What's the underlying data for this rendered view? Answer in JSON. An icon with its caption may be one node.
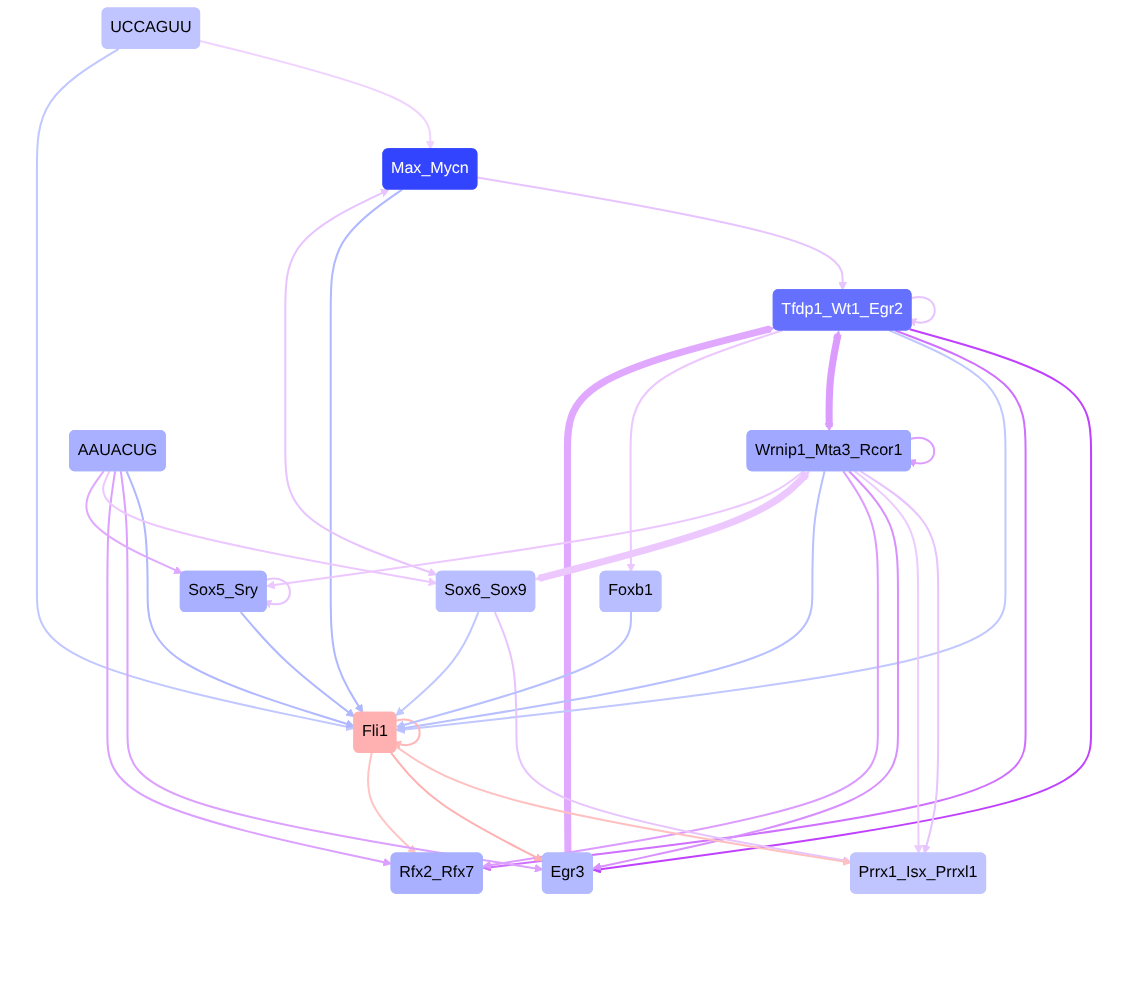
{
  "diagram": {
    "nodes": [
      {
        "text": [
          "Max_Mycn"
        ]
      },
      {
        "text": [
          "Prrx1_Isx_Prrxl1"
        ]
      },
      {
        "text": [
          "Egr3"
        ]
      },
      {
        "text": [
          "Tfdp1_Wt1_Egr2"
        ]
      },
      {
        "text": [
          "Rfx2_Rfx7"
        ]
      },
      {
        "text": [
          "Wrnip1_Mta3_Rcor1"
        ]
      },
      {
        "text": [
          "Fli1"
        ]
      },
      {
        "text": [
          "UCCAGUU"
        ]
      },
      {
        "text": [
          "Sox6_Sox9"
        ]
      },
      {
        "text": [
          "AAUACUG"
        ]
      },
      {
        "text": [
          "Foxb1"
        ]
      },
      {
        "text": [
          "Sox5_Sry"
        ]
      }
    ],
    "edges": [
      {
        "from": 0,
        "to": 3,
        "arrow": "to",
        "color": "#e8c4ff"
      },
      {
        "from": 0,
        "to": 6,
        "arrow": "to",
        "color": "#b0b8ff"
      },
      {
        "from": 8,
        "to": 0,
        "arrow": "both",
        "color": "#e8c4ff"
      },
      {
        "from": 7,
        "to": 0,
        "arrow": "to",
        "color": "#f0d4ff"
      },
      {
        "from": 3,
        "to": 2,
        "arrow": "to",
        "color": "#c040ff"
      },
      {
        "from": 2,
        "to": 3,
        "arrow": "to",
        "style": "thick",
        "color": "#e0a8ff"
      },
      {
        "from": 3,
        "to": 3,
        "arrow": "to",
        "color": "#e8c4ff"
      },
      {
        "from": 3,
        "to": 4,
        "arrow": "to",
        "color": "#d070ff"
      },
      {
        "from": 3,
        "to": 6,
        "arrow": "to",
        "color": "#c0c8ff"
      },
      {
        "from": 3,
        "to": 5,
        "arrow": "both",
        "style": "thick",
        "color": "#dc9cff"
      },
      {
        "from": 3,
        "to": 10,
        "arrow": "to",
        "color": "#ecc8ff"
      },
      {
        "from": 5,
        "to": 1,
        "arrow": "to",
        "color": "#e8c4ff"
      },
      {
        "from": 5,
        "to": 1,
        "arrow": "to",
        "color": "#ecccff"
      },
      {
        "from": 5,
        "to": 2,
        "arrow": "to",
        "color": "#d890ff"
      },
      {
        "from": 5,
        "to": 4,
        "arrow": "to",
        "color": "#dc9cff"
      },
      {
        "from": 5,
        "to": 6,
        "arrow": "to",
        "color": "#b8c0ff"
      },
      {
        "from": 5,
        "to": 5,
        "arrow": "to",
        "color": "#dc9cff"
      },
      {
        "from": 5,
        "to": 8,
        "arrow": "both",
        "style": "thick",
        "color": "#ecc8ff"
      },
      {
        "from": 5,
        "to": 11,
        "arrow": "to",
        "color": "#ecc8ff"
      },
      {
        "from": 8,
        "to": 1,
        "arrow": "to",
        "color": "#e8c4ff"
      },
      {
        "from": 6,
        "to": 1,
        "arrow": "to",
        "color": "#ffc0c0"
      },
      {
        "from": 6,
        "to": 2,
        "arrow": "to",
        "color": "#ffb0b0"
      },
      {
        "from": 6,
        "to": 4,
        "arrow": "to",
        "color": "#ffc4c4"
      },
      {
        "from": 6,
        "to": 6,
        "arrow": "to",
        "color": "#ffb8b8"
      },
      {
        "from": 7,
        "to": 6,
        "arrow": "to",
        "color": "#c0c8ff"
      },
      {
        "from": 8,
        "to": 6,
        "arrow": "to",
        "color": "#c0c8ff"
      },
      {
        "from": 10,
        "to": 6,
        "arrow": "to",
        "color": "#b8c0ff"
      },
      {
        "from": 11,
        "to": 6,
        "arrow": "to",
        "color": "#b0b8ff"
      },
      {
        "from": 9,
        "to": 6,
        "arrow": "to",
        "color": "#b0b8ff"
      },
      {
        "from": 9,
        "to": 2,
        "arrow": "to",
        "color": "#dca0ff"
      },
      {
        "from": 9,
        "to": 4,
        "arrow": "to",
        "color": "#dca0ff"
      },
      {
        "from": 9,
        "to": 8,
        "arrow": "to",
        "color": "#ecc8ff"
      },
      {
        "from": 9,
        "to": 11,
        "arrow": "to",
        "color": "#e0a8ff"
      },
      {
        "from": 11,
        "to": 11,
        "arrow": "to",
        "color": "#e8c4ff"
      }
    ]
  }
}
